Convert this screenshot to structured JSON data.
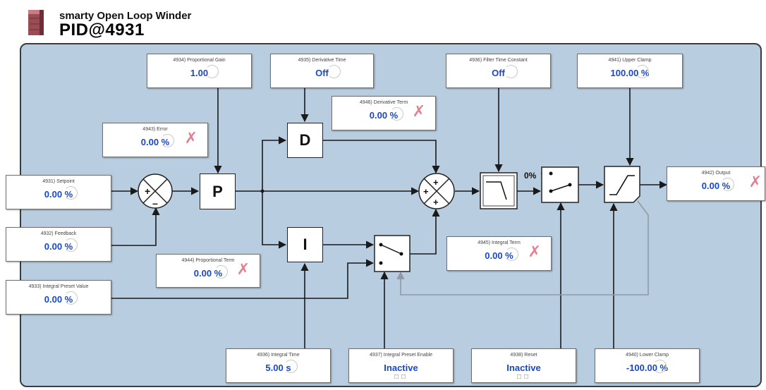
{
  "header": {
    "app_title": "smarty Open Loop Winder",
    "page_title": "PID@4931"
  },
  "blocks": {
    "p": "P",
    "i": "I",
    "d": "D"
  },
  "labels": {
    "zero_percent": "0%"
  },
  "params": {
    "proportional_gain": {
      "label": "4934) Proportional Gain",
      "value": "1.00"
    },
    "derivative_time": {
      "label": "4935) Derivative Time",
      "value": "Off"
    },
    "filter_time_constant": {
      "label": "4936) Filter Time Constant",
      "value": "Off"
    },
    "upper_clamp": {
      "label": "4941) Upper Clamp",
      "value": "100.00 %"
    },
    "derivative_term": {
      "label": "4946) Derivative Term",
      "value": "0.00 %"
    },
    "error": {
      "label": "4943) Error",
      "value": "0.00 %"
    },
    "setpoint": {
      "label": "4931) Setpoint",
      "value": "0.00 %"
    },
    "output": {
      "label": "4942) Output",
      "value": "0.00 %"
    },
    "feedback": {
      "label": "4932) Feedback",
      "value": "0.00 %"
    },
    "proportional_term": {
      "label": "4944) Proportional Term",
      "value": "0.00 %"
    },
    "integral_term": {
      "label": "4945) Integral Term",
      "value": "0.00 %"
    },
    "integral_preset_value": {
      "label": "4933) Integral Preset Value",
      "value": "0.00 %"
    },
    "integral_time": {
      "label": "4936) Integral Time",
      "value": "5.00 s"
    },
    "integral_preset_enable": {
      "label": "4937) Integral Preset Enable",
      "value": "Inactive"
    },
    "reset": {
      "label": "4938) Reset",
      "value": "Inactive"
    },
    "lower_clamp": {
      "label": "4940) Lower Clamp",
      "value": "-100.00 %"
    }
  },
  "colors": {
    "canvas": "#b9cde0",
    "value_text": "#1847c8",
    "wire": "#1a1a1a",
    "feedback_wire": "#8f9aa5"
  }
}
